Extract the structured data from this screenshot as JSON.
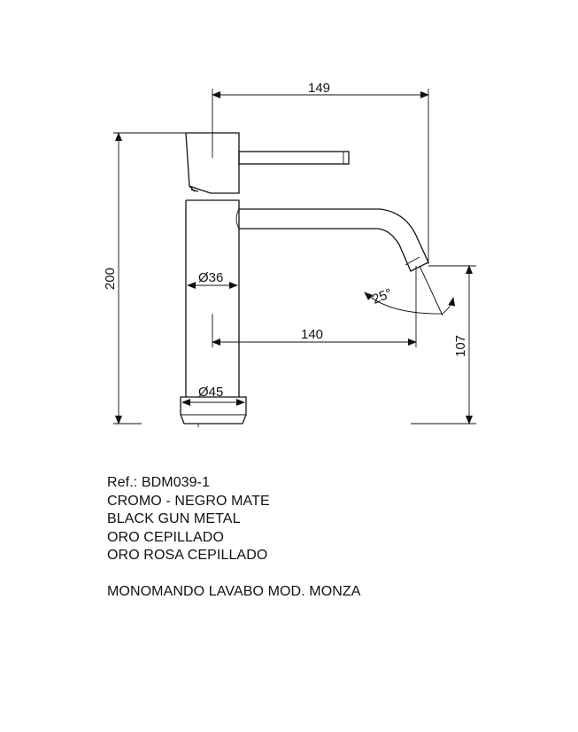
{
  "dimensions": {
    "top_width": "149",
    "total_height": "200",
    "body_diameter": "Ø36",
    "spout_reach": "140",
    "spout_angle": "25°",
    "spout_height": "107",
    "base_diameter": "Ø45"
  },
  "info": {
    "reference": "Ref.: BDM039-1",
    "finishes": [
      "CROMO - NEGRO MATE",
      "BLACK GUN METAL",
      "ORO CEPILLADO",
      "ORO ROSA CEPILLADO"
    ],
    "product_name": "MONOMANDO LAVABO MOD. MONZA"
  }
}
